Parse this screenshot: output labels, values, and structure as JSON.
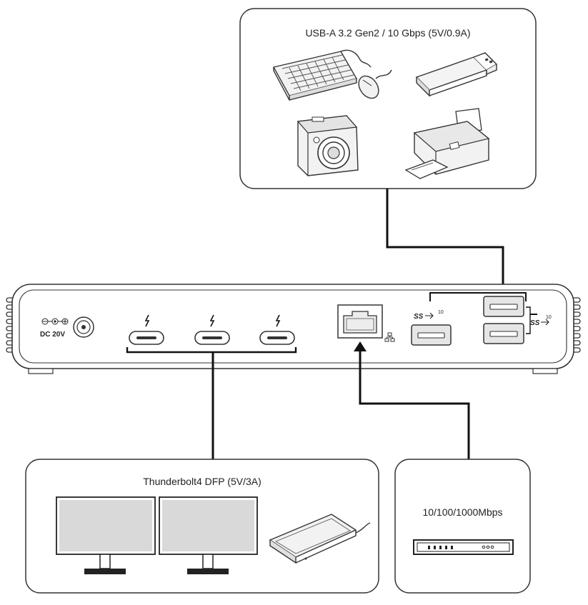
{
  "usb_box": {
    "title": "USB-A 3.2 Gen2 / 10 Gbps (5V/0.9A)",
    "devices": [
      "keyboard-icon",
      "mouse-icon",
      "usb-flash-drive-icon",
      "camera-icon",
      "printer-icon"
    ]
  },
  "dock": {
    "dc_label": "DC 20V",
    "usb_ss_label_1": "SS",
    "usb_ss_sup_1": "10",
    "usb_ss_label_2": "SS",
    "usb_ss_sup_2": "10"
  },
  "tb_box": {
    "title": "Thunderbolt4 DFP (5V/3A)",
    "devices": [
      "monitor-icon",
      "monitor-icon",
      "external-drive-icon"
    ]
  },
  "lan_box": {
    "title": "10/100/1000Mbps",
    "devices": [
      "network-switch-icon"
    ]
  }
}
